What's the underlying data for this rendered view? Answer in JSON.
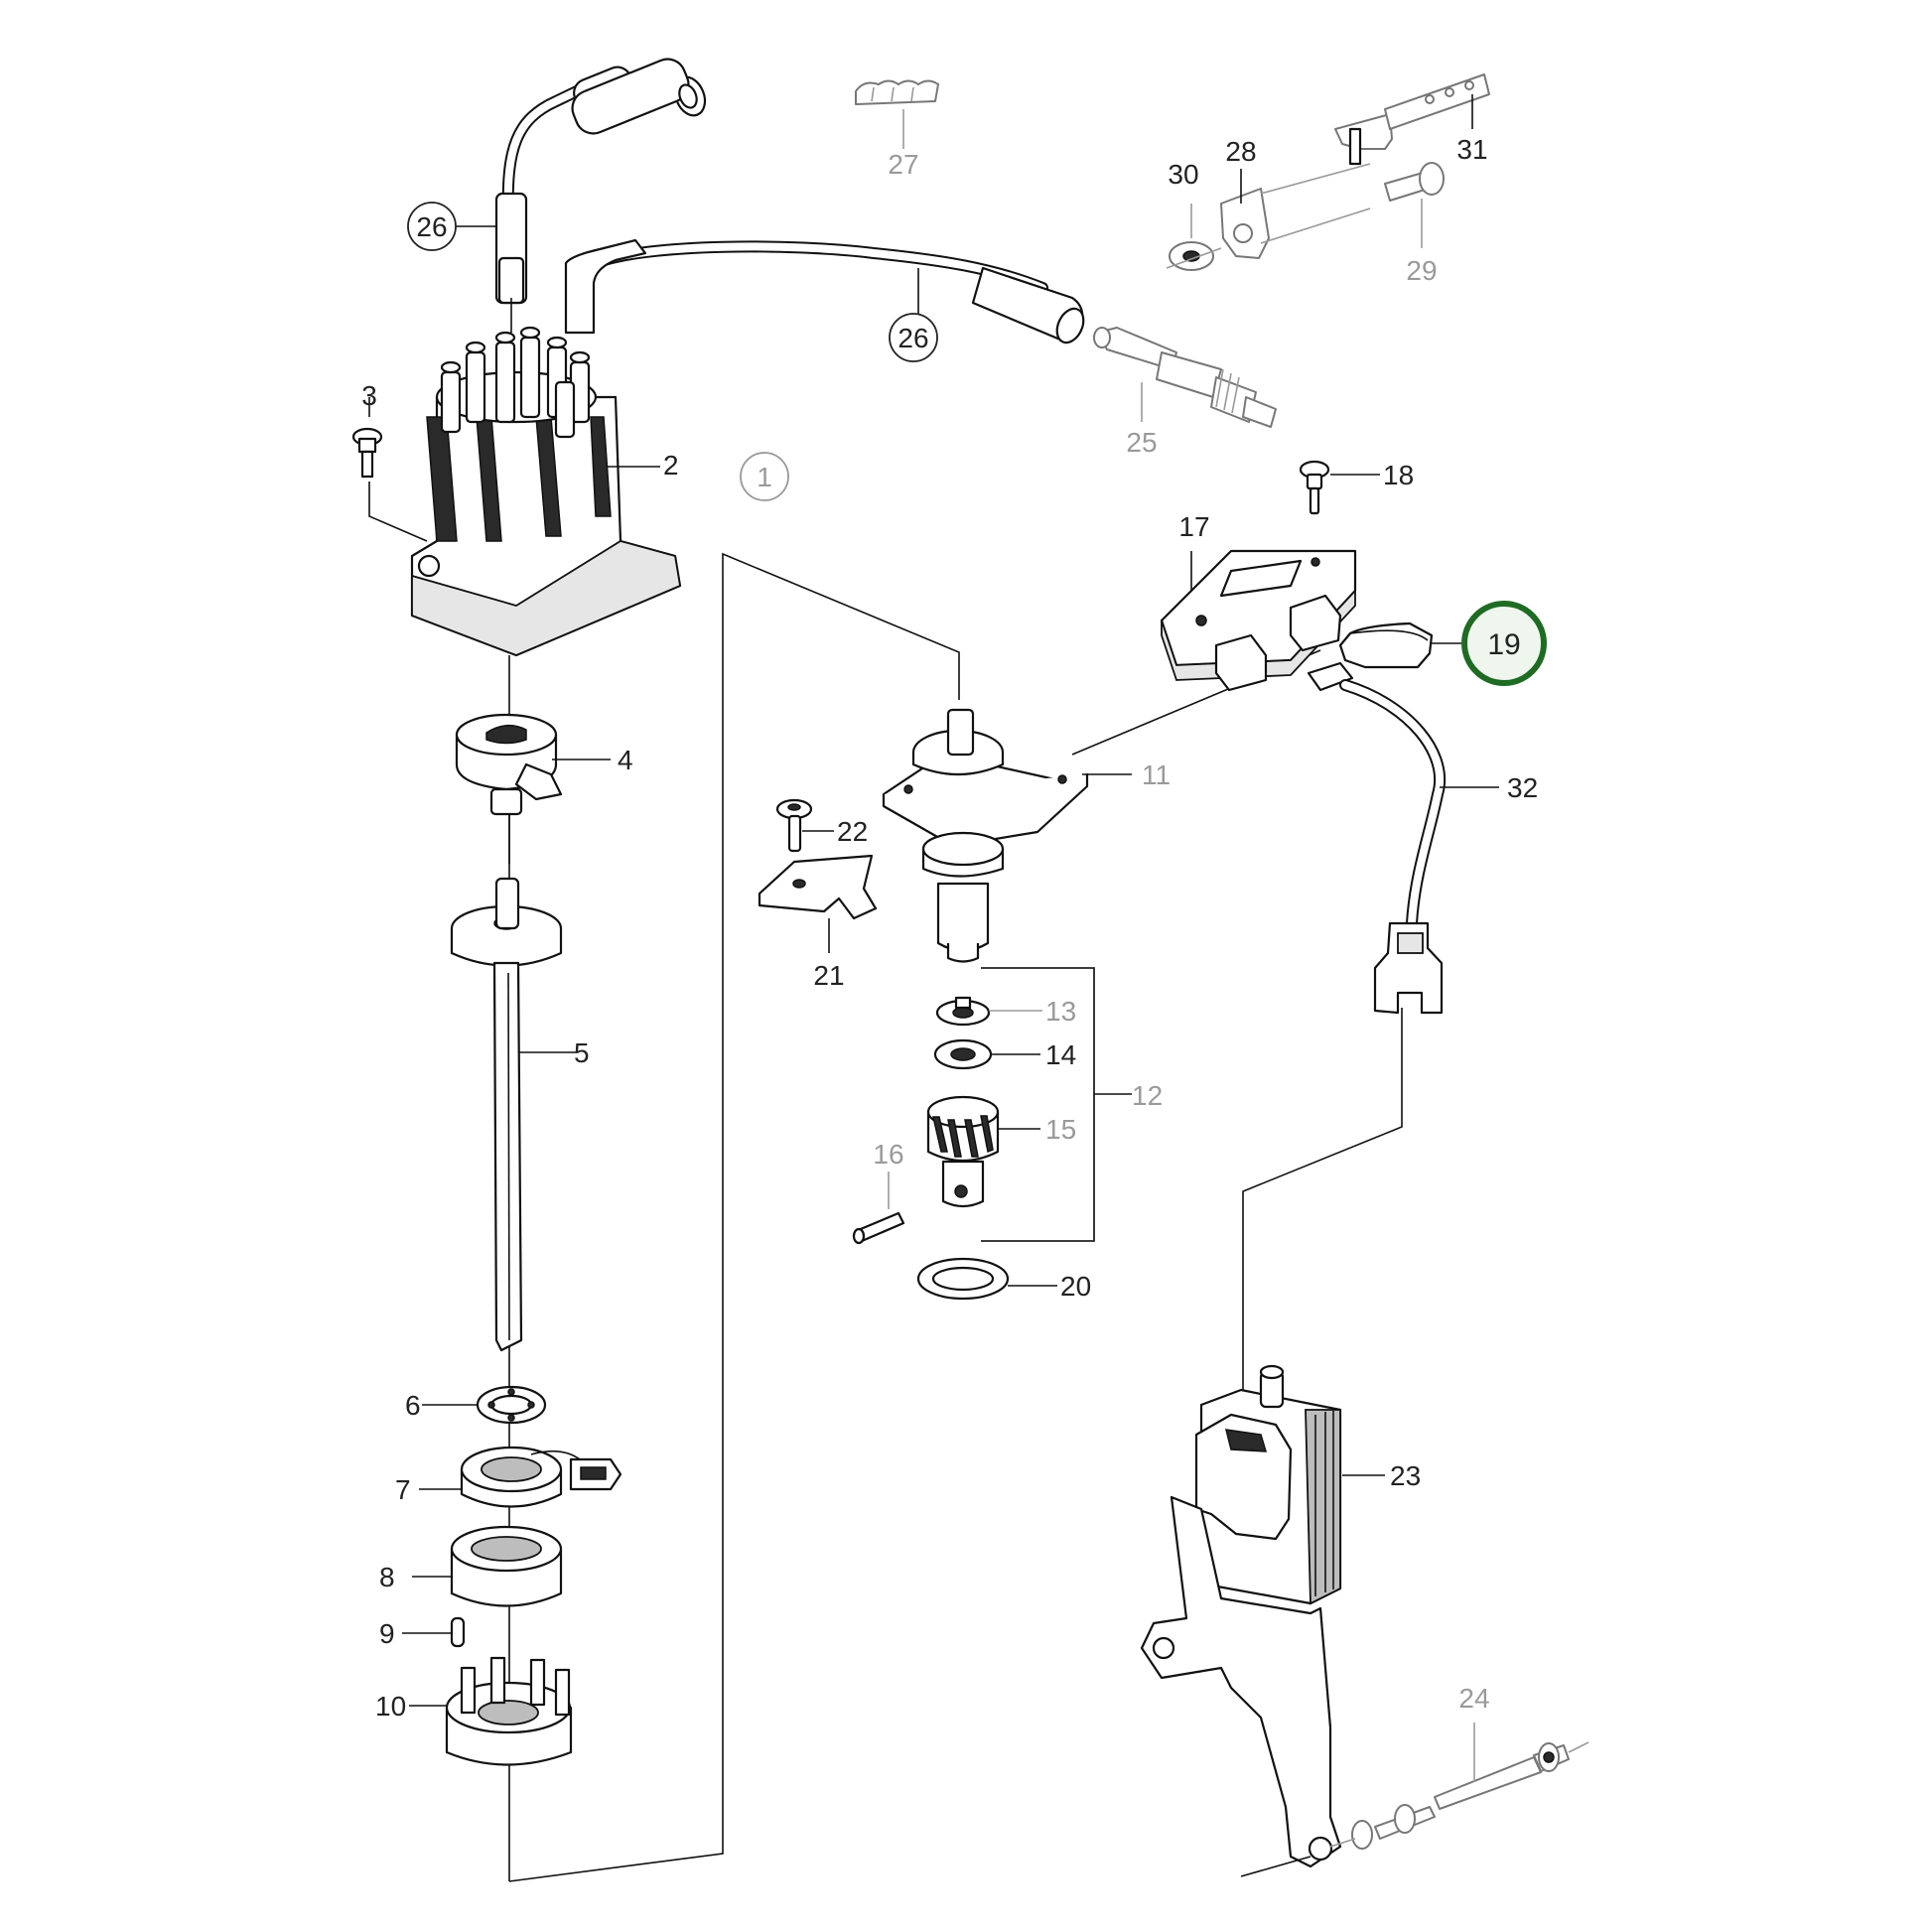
{
  "diagram": {
    "labels": {
      "l1": "1",
      "l2": "2",
      "l3": "3",
      "l4": "4",
      "l5": "5",
      "l6": "6",
      "l7": "7",
      "l8": "8",
      "l9": "9",
      "l10": "10",
      "l11": "11",
      "l12": "12",
      "l13": "13",
      "l14": "14",
      "l15": "15",
      "l16": "16",
      "l17": "17",
      "l18": "18",
      "l19": "19",
      "l20": "20",
      "l21": "21",
      "l22": "22",
      "l23": "23",
      "l24": "24",
      "l25": "25",
      "l26a": "26",
      "l26b": "26",
      "l27": "27",
      "l28": "28",
      "l29": "29",
      "l30": "30",
      "l31": "31",
      "l32": "32"
    },
    "highlighted_part": "19",
    "colors": {
      "highlight_ring": "#1f6b24",
      "highlight_fill": "#eef6ee",
      "gray_label": "#9a9a9a"
    }
  }
}
